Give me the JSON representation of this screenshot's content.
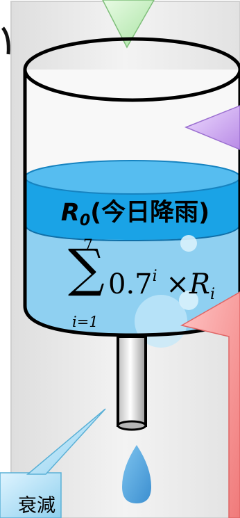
{
  "r0_label": {
    "main": "R",
    "sub": "0",
    "text": "(今日降雨)"
  },
  "formula": {
    "upper": "7",
    "sigma": "∑",
    "lower": "i=1",
    "base": "0.7",
    "exp": "i",
    "times": " ×",
    "var": "R",
    "var_sub": "i"
  },
  "bottom_callout": {
    "text": "衰減"
  },
  "colors": {
    "water_top": "#1aa3e6",
    "water_body": "#8fd0f1",
    "tank_outline": "#000000",
    "background": "#ececec",
    "green_callout": "#c9f0c4",
    "purple_callout": "#d6b3f2",
    "pink_callout": "#ff9b9b",
    "blue_callout": "#bfe6f7"
  }
}
